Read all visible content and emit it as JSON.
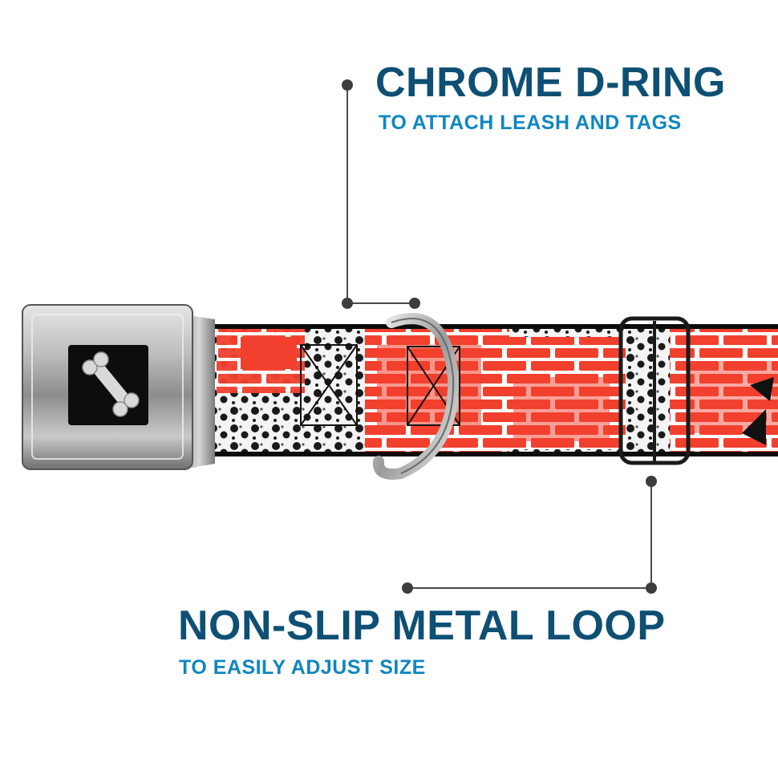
{
  "callouts": {
    "d_ring": {
      "title": "CHROME D-RING",
      "subtitle": "TO ATTACH LEASH AND TAGS"
    },
    "metal_loop": {
      "title": "NON-SLIP METAL LOOP",
      "subtitle": "TO EASILY ADJUST SIZE"
    }
  },
  "colors": {
    "title": "#0e4f74",
    "subtitle": "#0f86c0",
    "leader_line": "#4a4a4a",
    "collar_red": "#f2402e",
    "collar_black": "#111111",
    "buckle_chrome": "#a9a9a9"
  },
  "icons": {
    "buckle_logo": "dog-bone-icon"
  }
}
